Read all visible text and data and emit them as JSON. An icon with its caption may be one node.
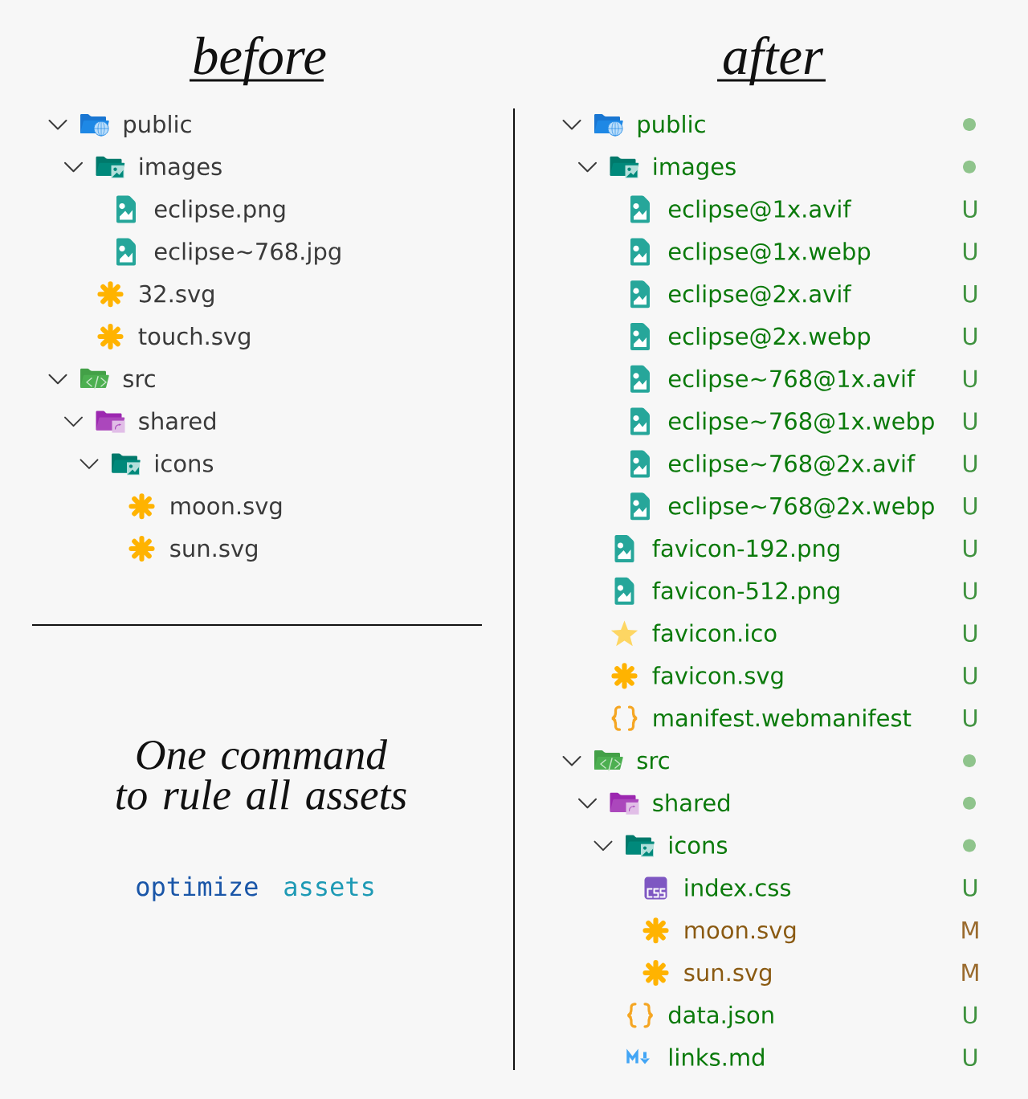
{
  "diagram": {
    "labels": [
      "before",
      "public",
      "images",
      "eclipse.png",
      "eclipse~768.jpg",
      "32.svg",
      "touch.svg",
      "src",
      "shared",
      "icons",
      "moon.svg",
      "sun.svg",
      "One command to rule all assets",
      "optimize",
      "assets",
      "after",
      "public",
      "images",
      "eclipse@1x.avif",
      "U",
      "eclipse@1x.webp",
      "U",
      "eclipse@2x.avif",
      "U",
      "eclipse@2x.webp",
      "U",
      "eclipse~768@1x.avif",
      "U",
      "eclipse~768@1x.webp",
      "U",
      "eclipse~768@2x.avif",
      "U",
      "eclipse~768@2x.webp",
      "U",
      "favicon-192.png",
      "U",
      "favicon-512.png",
      "U",
      "favicon.ico",
      "U",
      "favicon.svg",
      "U",
      "manifest.webmanifest",
      "U",
      "src",
      "shared",
      "icons",
      "index.css",
      "U",
      "moon.svg",
      "M",
      "sun.svg",
      "M",
      "data.json",
      "U",
      "links.md",
      "U"
    ]
  }
}
